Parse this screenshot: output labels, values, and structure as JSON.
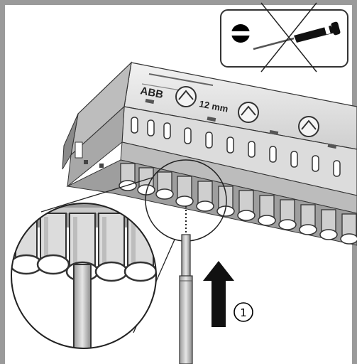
{
  "device": {
    "brand_text": "ABB",
    "strip_length_label": "12 mm"
  },
  "callout": {
    "step_number": "1"
  },
  "icons": {
    "forbidden_tool": "crossed-out-screwdriver-icon",
    "flat_blade": "flat-blade-screw-icon",
    "direction": "insert-up-arrow-icon"
  },
  "colors": {
    "frame_border": "#9a9a9a",
    "device_light": "#e8e8e8",
    "device_mid": "#c8c8c8",
    "device_dark": "#6a6a6a",
    "arrow": "#111111"
  }
}
